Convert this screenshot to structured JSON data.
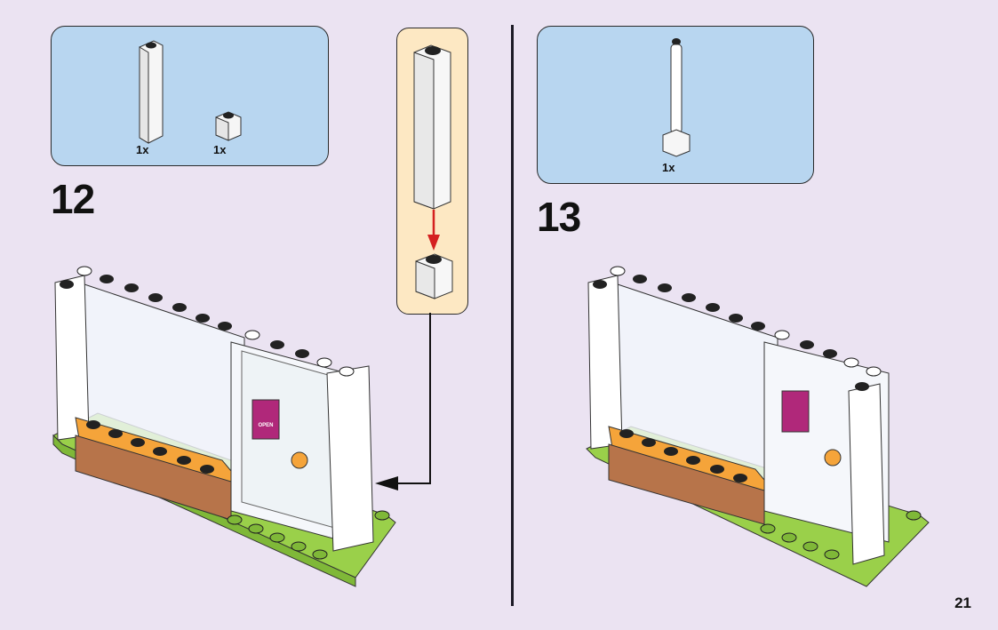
{
  "page": {
    "number": "21",
    "background": "#ebe3f2"
  },
  "steps": [
    {
      "number": "12",
      "parts": [
        {
          "name": "white 1x1x6 brick",
          "quantity": "1x"
        },
        {
          "name": "white 1x1 brick",
          "quantity": "1x"
        }
      ],
      "callout": {
        "description": "1x1x6 brick attaches on top of 1x1 brick",
        "arrow_color": "#d42020"
      }
    },
    {
      "number": "13",
      "parts": [
        {
          "name": "white pillar assembly (1x1 brick with column)",
          "quantity": "1x"
        }
      ]
    }
  ],
  "colors": {
    "parts_box": "#b8d6f0",
    "callout_box": "#fde8c3",
    "baseplate": "#9ad04a",
    "orange_brick": "#f5a43a",
    "brown_brick": "#b7744a",
    "sign": "#b0287a"
  },
  "sign_text": "OPEN"
}
